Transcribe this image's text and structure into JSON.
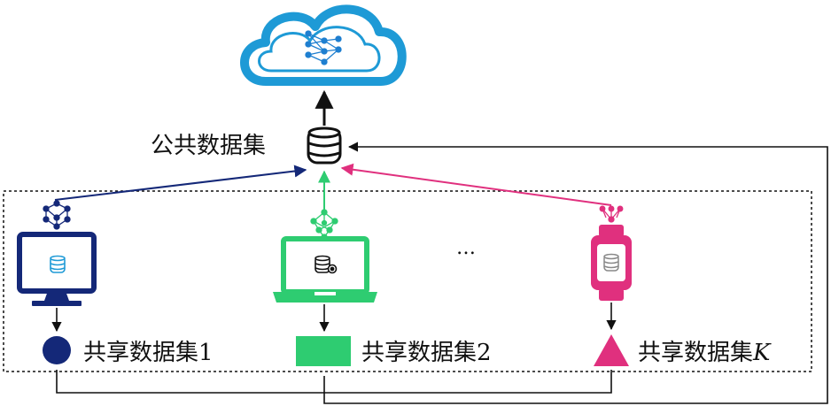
{
  "labels": {
    "public_dataset": "公共数据集",
    "shared_1": "共享数据集1",
    "shared_2": "共享数据集2",
    "shared_k_prefix": "共享数据集",
    "shared_k_suffix": "K",
    "ellipsis": "…"
  },
  "colors": {
    "cloud": "#1e9ad6",
    "network_in_cloud": "#1e7fd0",
    "client_1": "#142878",
    "client_2": "#2ecc71",
    "client_k": "#e0307e",
    "line": "#111111"
  },
  "icons": {
    "server": "cloud-network-icon",
    "public_store": "database-icon",
    "client_1": "desktop-monitor-icon",
    "client_2": "laptop-icon",
    "client_k": "smartwatch-icon"
  }
}
